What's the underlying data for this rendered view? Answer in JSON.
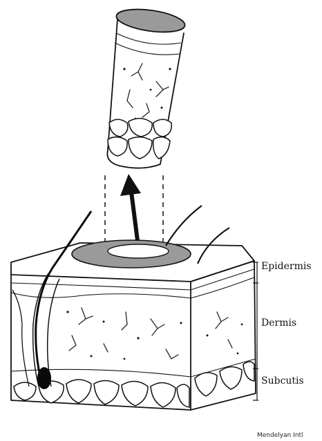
{
  "labels": {
    "epidermis": "Epidermis",
    "dermis": "Dermis",
    "subcutis": "Subcutis"
  },
  "credit": "Mendelyan Intl",
  "colors": {
    "ink": "#111111",
    "shaded": "#9a9a9a",
    "hair": "#0a0a0a"
  },
  "icons": [
    "punch-biopsy-core",
    "extraction-arrow",
    "skin-block",
    "hair-follicle"
  ]
}
